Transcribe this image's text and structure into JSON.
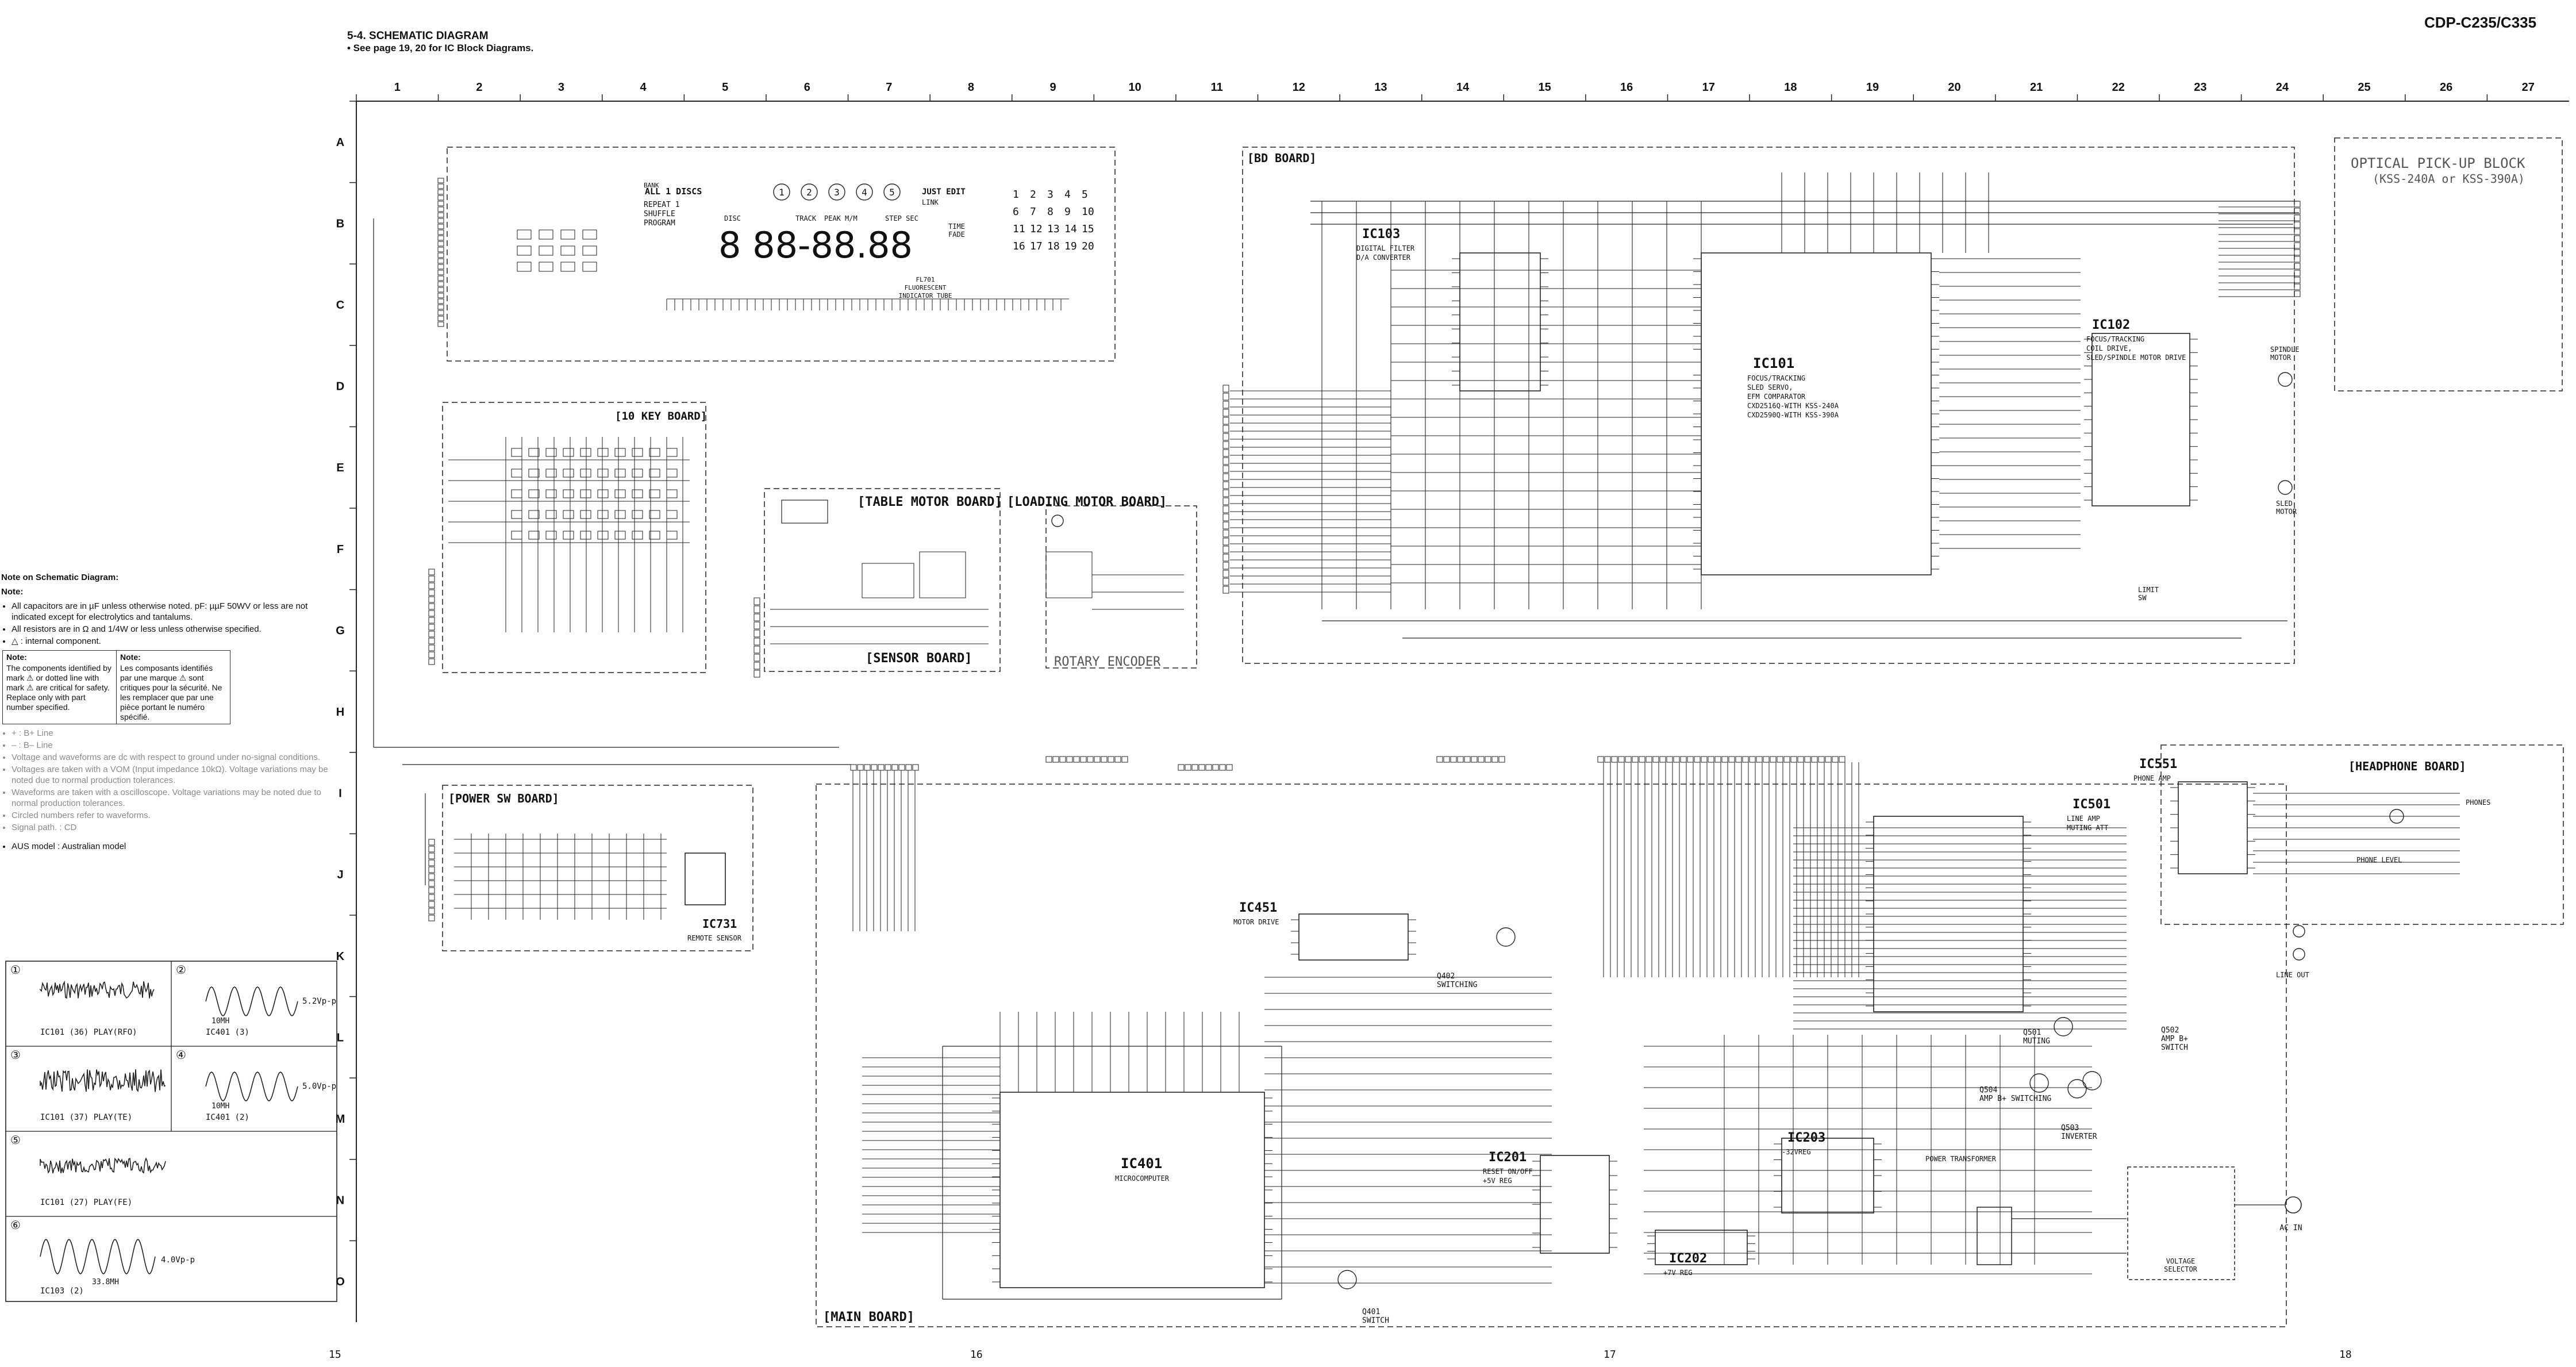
{
  "header": {
    "section_title": "5-4. SCHEMATIC DIAGRAM",
    "section_sub": "• See page 19, 20 for IC Block Diagrams.",
    "model": "CDP-C235/C335"
  },
  "grid": {
    "columns": [
      "1",
      "2",
      "3",
      "4",
      "5",
      "6",
      "7",
      "8",
      "9",
      "10",
      "11",
      "12",
      "13",
      "14",
      "15",
      "16",
      "17",
      "18",
      "19",
      "20",
      "21",
      "22",
      "23",
      "24",
      "25",
      "26",
      "27"
    ],
    "rows": [
      "A",
      "B",
      "C",
      "D",
      "E",
      "F",
      "G",
      "H",
      "I",
      "J",
      "K",
      "L",
      "M",
      "N",
      "O"
    ]
  },
  "boards": {
    "bd": "[BD BOARD]",
    "ten_key": "[10 KEY BOARD]",
    "table_motor": "[TABLE MOTOR BOARD]",
    "loading_motor": "[LOADING MOTOR BOARD]",
    "sensor": "[SENSOR BOARD]",
    "rotary_encoder": "ROTARY ENCODER",
    "power_sw": "[POWER SW BOARD]",
    "main": "[MAIN BOARD]",
    "headphone": "[HEADPHONE BOARD]",
    "optical_pickup": "OPTICAL PICK-UP BLOCK",
    "optical_pickup_sub": "(KSS-240A or KSS-390A)"
  },
  "ics": {
    "ic101": {
      "label": "IC101",
      "lines": [
        "FOCUS/TRACKING",
        "SLED SERVO,",
        "EFM COMPARATOR",
        "CXD2516Q-WITH KSS-240A",
        "CXD2590Q-WITH KSS-390A"
      ]
    },
    "ic102": {
      "label": "IC102",
      "lines": [
        "FOCUS/TRACKING",
        "COIL DRIVE,",
        "SLED/SPINDLE MOTOR DRIVE"
      ]
    },
    "ic103": {
      "label": "IC103",
      "lines": [
        "DIGITAL FILTER",
        "D/A CONVERTER"
      ]
    },
    "ic401": {
      "label": "IC401",
      "lines": [
        "MICROCOMPUTER"
      ]
    },
    "ic451": {
      "label": "IC451",
      "lines": [
        "MOTOR DRIVE"
      ]
    },
    "ic201": {
      "label": "IC201",
      "lines": [
        "RESET ON/OFF",
        "+5V REG"
      ]
    },
    "ic202": {
      "label": "IC202",
      "lines": [
        "+7V REG"
      ]
    },
    "ic203": {
      "label": "IC203",
      "lines": [
        "-32VREG"
      ]
    },
    "ic501": {
      "label": "IC501",
      "lines": [
        "LINE AMP",
        "MUTING ATT"
      ]
    },
    "ic551": {
      "label": "IC551",
      "lines": [
        "PHONE AMP"
      ]
    },
    "ic731": {
      "label": "IC731",
      "lines": [
        "REMOTE SENSOR"
      ]
    }
  },
  "fl_tube": {
    "labels": [
      "ALL 1 DISCS",
      "REPEAT 1",
      "SHUFFLE",
      "PROGRAM",
      "DISC",
      "TRACK",
      "PEAK",
      "M/M",
      "STEP SEC",
      "JUST EDIT",
      "LINK",
      "TIME",
      "FADE",
      "BANK"
    ],
    "digits": "8 88-88.88",
    "numbers": [
      "1",
      "2",
      "3",
      "4",
      "5",
      "6",
      "7",
      "8",
      "9",
      "10",
      "11",
      "12",
      "13",
      "14",
      "15",
      "16",
      "17",
      "18",
      "19",
      "20"
    ],
    "caption": [
      "FL701",
      "FLUORESCENT",
      "INDICATOR TUBE"
    ]
  },
  "misc_labels": {
    "q402": [
      "Q402",
      "SWITCHING"
    ],
    "q401": [
      "Q401",
      "SWITCH"
    ],
    "q501": [
      "Q501",
      "MUTING"
    ],
    "q502": [
      "Q502",
      "AMP B+",
      "SWITCH"
    ],
    "q503": [
      "Q503",
      "INVERTER"
    ],
    "q504": [
      "Q504",
      "AMP B+ SWITCHING"
    ],
    "power_transformer": "POWER TRANSFORMER",
    "voltage_selector": [
      "VOLTAGE",
      "SELECTOR"
    ],
    "ac_in": "AC IN",
    "line_out": "LINE OUT",
    "phones": "PHONES",
    "phone_level": "PHONE LEVEL",
    "sled_motor": [
      "SLED",
      "MOTOR"
    ],
    "spindle_motor": [
      "SPINDLE",
      "MOTOR"
    ],
    "limit_sw": [
      "LIMIT",
      "SW"
    ]
  },
  "page_numbers": [
    "15",
    "16",
    "17",
    "18"
  ],
  "notes": {
    "title": "Note on Schematic Diagram:",
    "note_label": "Note:",
    "items": [
      "All capacitors are in µF unless otherwise noted. pF: µµF 50WV or less are not indicated except for electrolytics and tantalums.",
      "All resistors are in Ω and 1/4W or less unless otherwise specified.",
      "△ : internal component."
    ],
    "caution_en_title": "Note:",
    "caution_en": "The components identified by mark ⚠ or dotted line with mark ⚠ are critical for safety. Replace only with part number specified.",
    "caution_fr_title": "Note:",
    "caution_fr": "Les composants identifiés par une marque ⚠ sont critiques pour la sécurité. Ne les remplacer que par une pièce portant le numéro spécifié.",
    "gray_items": [
      "+ : B+ Line",
      "– : B– Line",
      "Voltage and waveforms are dc with respect to ground under no-signal conditions.",
      "Voltages are taken with a VOM (Input impedance 10kΩ). Voltage variations may be noted due to normal production tolerances.",
      "Waveforms are taken with a oscilloscope. Voltage variations may be noted due to normal production tolerances.",
      "Circled numbers refer to waveforms.",
      "Signal path. : CD"
    ],
    "aus": "AUS model : Australian model"
  },
  "waveforms": [
    {
      "num": "①",
      "ic": "IC101 (36) PLAY(RFO)",
      "amp": ""
    },
    {
      "num": "②",
      "ic": "IC401 (3)",
      "amp": "5.2Vp-p"
    },
    {
      "num": "③",
      "ic": "IC101 (37) PLAY(TE)",
      "amp": ""
    },
    {
      "num": "④",
      "ic": "IC401 (2)",
      "amp": "5.0Vp-p"
    },
    {
      "num": "⑤",
      "ic": "IC101 (27) PLAY(FE)",
      "amp": ""
    },
    {
      "num": "⑥",
      "ic": "IC103 (2)",
      "amp": "4.0Vp-p"
    }
  ],
  "waveform_freqs": {
    "w2": "10MH",
    "w4": "10MH",
    "w6": "33.8MH"
  }
}
